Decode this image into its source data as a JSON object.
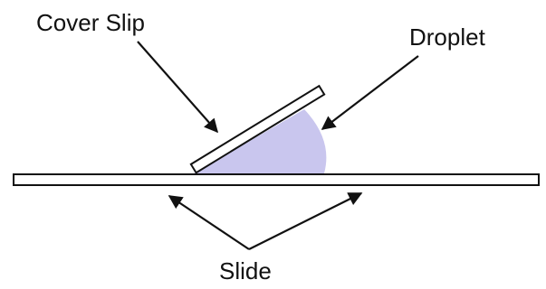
{
  "labels": {
    "cover_slip": "Cover Slip",
    "droplet": "Droplet",
    "slide": "Slide"
  },
  "colors": {
    "droplet_fill": "#c9c6ee",
    "outline": "#111111",
    "background": "#ffffff"
  }
}
